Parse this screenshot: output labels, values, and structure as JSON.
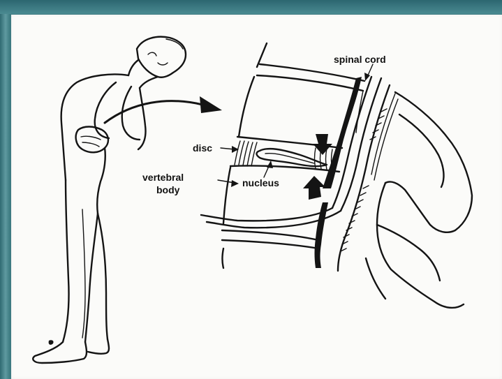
{
  "labels": {
    "spinal_cord": "spinal cord",
    "disc": "disc",
    "vertebral": "vertebral",
    "body": "body",
    "nucleus": "nucleus"
  },
  "colors": {
    "frame": "#3f7c84",
    "paper": "#fbfbf9",
    "ink": "#141414"
  }
}
